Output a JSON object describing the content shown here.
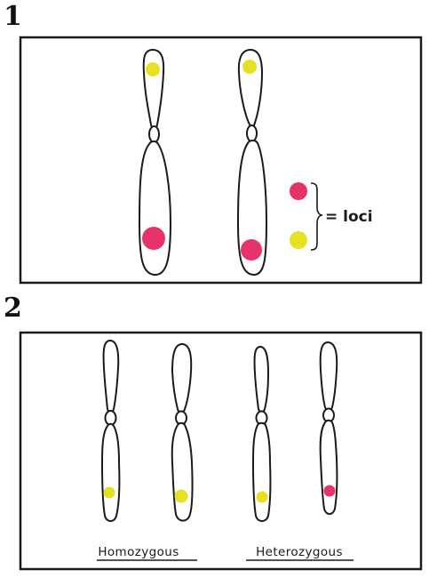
{
  "panels": [
    {
      "number": "1"
    },
    {
      "number": "2"
    }
  ],
  "legend": {
    "label": "= loci",
    "swatches": [
      "locus-red",
      "locus-yellow"
    ]
  },
  "groups": [
    {
      "label": "Homozygous",
      "loci": [
        "locus-yellow",
        "locus-yellow"
      ]
    },
    {
      "label": "Heterozygous",
      "loci": [
        "locus-yellow",
        "locus-red"
      ]
    }
  ],
  "colors": {
    "locus-red": "#e8336a",
    "locus-yellow": "#e6e025",
    "outline": "#1a1a1a"
  }
}
